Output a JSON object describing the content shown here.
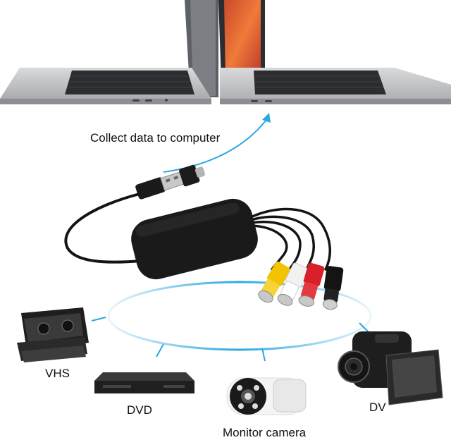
{
  "caption": {
    "collect": "Collect data to computer"
  },
  "devices": {
    "vhs": "VHS",
    "dvd": "DVD",
    "monitor": "Monitor camera",
    "dv": "DV"
  },
  "colors": {
    "arc": "#2aa8e0",
    "laptop_body": "#c9cbce",
    "laptop_dark": "#2b2d30",
    "screen_orange": "#e2572a",
    "cable": "#141414",
    "rca_yellow": "#f2c400",
    "rca_white": "#f2f2f2",
    "rca_red": "#d8202a"
  }
}
